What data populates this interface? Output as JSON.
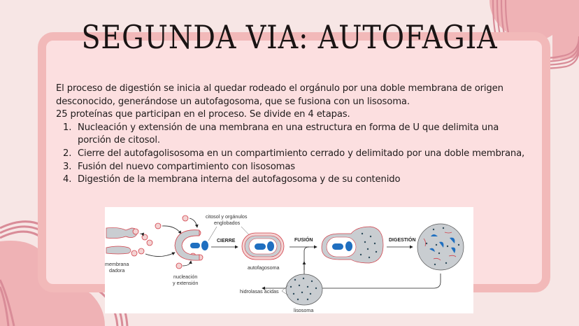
{
  "slide": {
    "title": "SEGUNDA VIA: AUTOFAGIA",
    "intro_line": "El proceso de digestión se inicia al quedar rodeado el orgánulo por una doble membrana de origen desconocido, generándose un autofagosoma, que se fusiona con un lisosoma.",
    "proteins_line": "25 proteínas que participan en el proceso. Se divide en 4 etapas.",
    "steps": [
      {
        "num": "1.",
        "text": "Nucleación y extensión de una membrana en una estructura en forma de U que delimita una porción de citosol."
      },
      {
        "num": "2.",
        "text": "Cierre del autofagolisosoma en un compartimiento cerrado y delimitado por una doble membrana,"
      },
      {
        "num": "3.",
        "text": "Fusión del nuevo compartimiento con lisosomas"
      },
      {
        "num": "4.",
        "text": "Digestión de la membrana interna del autofagosoma y de su contenido"
      }
    ]
  },
  "diagram": {
    "labels": {
      "donor_membrane_1": "membrana",
      "donor_membrane_2": "dadora",
      "nucleation_1": "nucleación",
      "nucleation_2": "y extensión",
      "cytosol_1": "citosol y orgánulos",
      "cytosol_2": "englobados",
      "closure": "CIERRE",
      "autophagosome": "autofagosoma",
      "fusion": "FUSIÓN",
      "digestion": "DIGESTIÓN",
      "acid_hydrolases": "hidrolasas ácidas",
      "lysosome": "lisosoma"
    },
    "colors": {
      "membrane_gray": "#c9cdd1",
      "membrane_red": "#d2404a",
      "organelle_blue": "#1f6fc0",
      "vesicle_fill": "#f3d3d3",
      "dot": "#2d4a5a"
    }
  },
  "theme": {
    "background": "#f7e6e5",
    "frame_border": "#f2b9b9",
    "frame_fill": "#fcdfe0",
    "deco_pink": "#efb2b5",
    "deco_line": "#d98c98"
  }
}
